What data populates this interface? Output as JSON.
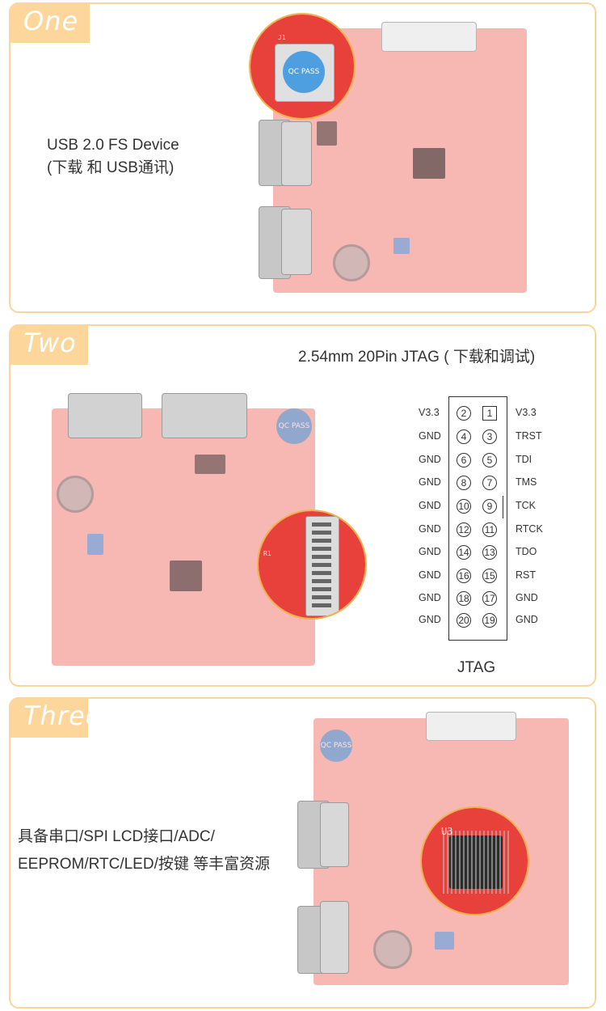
{
  "sections": [
    {
      "tab_label": "One",
      "description_lines": [
        "USB 2.0 FS Device",
        "(下载 和 USB通讯)"
      ],
      "qc_label": "QC PASS"
    },
    {
      "tab_label": "Two",
      "header": "2.54mm 20Pin JTAG ( 下载和调试)",
      "caption": "JTAG",
      "qc_label": "QC PASS"
    },
    {
      "tab_label": "Three",
      "description_lines": [
        "具备串口/SPI LCD接口/ADC/",
        "EEPROM/RTC/LED/按键 等丰富资源"
      ],
      "qc_label": "QC PASS",
      "chip_label": "U3"
    }
  ],
  "jtag": {
    "rows": [
      {
        "left_label": "V3.3",
        "even_pin": "2",
        "odd_pin": "1",
        "right_label": "V3.3"
      },
      {
        "left_label": "GND",
        "even_pin": "4",
        "odd_pin": "3",
        "right_label": "TRST"
      },
      {
        "left_label": "GND",
        "even_pin": "6",
        "odd_pin": "5",
        "right_label": "TDI"
      },
      {
        "left_label": "GND",
        "even_pin": "8",
        "odd_pin": "7",
        "right_label": "TMS"
      },
      {
        "left_label": "GND",
        "even_pin": "10",
        "odd_pin": "9",
        "right_label": "TCK"
      },
      {
        "left_label": "GND",
        "even_pin": "12",
        "odd_pin": "11",
        "right_label": "RTCK"
      },
      {
        "left_label": "GND",
        "even_pin": "14",
        "odd_pin": "13",
        "right_label": "TDO"
      },
      {
        "left_label": "GND",
        "even_pin": "16",
        "odd_pin": "15",
        "right_label": "RST"
      },
      {
        "left_label": "GND",
        "even_pin": "18",
        "odd_pin": "17",
        "right_label": "GND"
      },
      {
        "left_label": "GND",
        "even_pin": "20",
        "odd_pin": "19",
        "right_label": "GND"
      }
    ]
  },
  "colors": {
    "card_border": "#f7d59b",
    "tab_fill": "#fcd69a",
    "pcb_red": "#e8413c",
    "zoom_ring": "#f3b14a"
  }
}
